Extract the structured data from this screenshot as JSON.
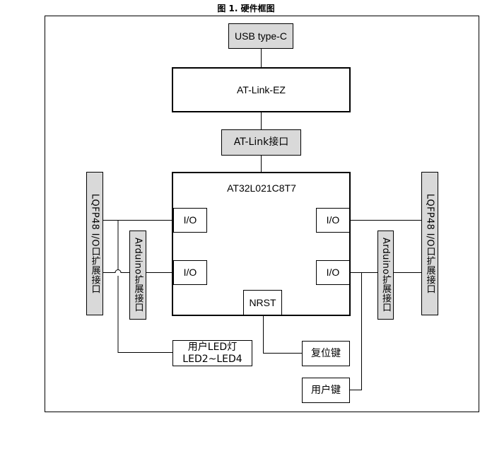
{
  "caption": "图 1. 硬件框图",
  "blocks": {
    "usb": "USB type-C",
    "atlink_ez": "AT-Link-EZ",
    "atlink_port": "AT-Link接口",
    "mcu": "AT32L021C8T7",
    "io_left_top": "I/O",
    "io_left_bottom": "I/O",
    "io_right_top": "I/O",
    "io_right_bottom": "I/O",
    "nrst": "NRST",
    "lqfp_left": "LQFP48 I/O口扩展接口",
    "lqfp_right": "LQFP48 I/O口扩展接口",
    "arduino_left": "Arduino扩展接口",
    "arduino_right": "Arduino扩展接口",
    "user_led_line1": "用户LED灯",
    "user_led_line2": "LED2~LED4",
    "reset_key": "复位键",
    "user_key": "用户键"
  },
  "colors": {
    "gray_fill": "#d9d9d9",
    "line": "#000000"
  }
}
